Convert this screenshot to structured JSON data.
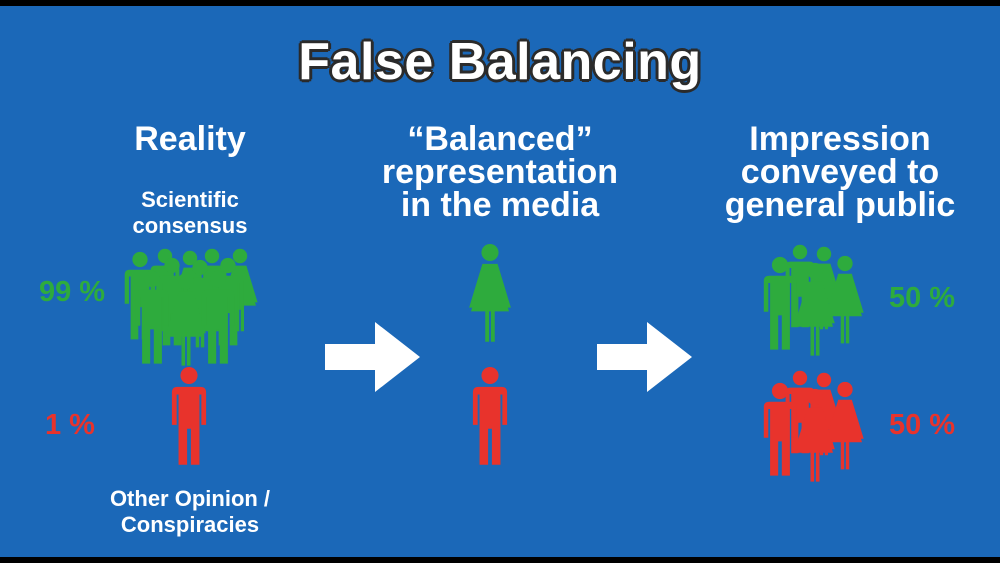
{
  "title": "False Balancing",
  "columns": {
    "reality": {
      "heading": "Reality",
      "consensus_label": [
        "Scientific",
        "consensus"
      ],
      "consensus_percent": "99 %",
      "other_percent": "1 %",
      "other_label": [
        "Other Opinion /",
        "Conspiracies"
      ]
    },
    "media": {
      "heading": [
        "“Balanced”",
        "representation",
        "in the media"
      ]
    },
    "public": {
      "heading": [
        "Impression",
        "conveyed to",
        "general public"
      ],
      "green_percent": "50 %",
      "red_percent": "50 %"
    }
  },
  "colors": {
    "background": "#1b68b8",
    "consensus": "#2eab3d",
    "other": "#e8332c",
    "arrow": "#ffffff",
    "title_outline": "#2b2b2b"
  },
  "icons": {
    "figure_male": "person-male-icon",
    "figure_female": "person-female-icon",
    "arrow": "arrow-right-icon"
  }
}
